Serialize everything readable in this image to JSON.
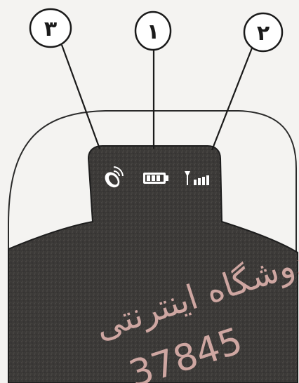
{
  "callouts": [
    {
      "id": "1",
      "label": "۱",
      "target": "battery-icon"
    },
    {
      "id": "2",
      "label": "۲",
      "target": "signal-strength-icon"
    },
    {
      "id": "3",
      "label": "۳",
      "target": "satellite-icon"
    }
  ],
  "status_icons": [
    "satellite-icon",
    "battery-icon",
    "signal-strength-icon"
  ],
  "watermark": {
    "line1": "دوشگاه اینترنتی",
    "line2": "37845"
  },
  "colors": {
    "device_body": "#3c3a38",
    "outline": "#1d1d1d",
    "icon": "#ffffff",
    "watermark": "#e8b9b4"
  }
}
